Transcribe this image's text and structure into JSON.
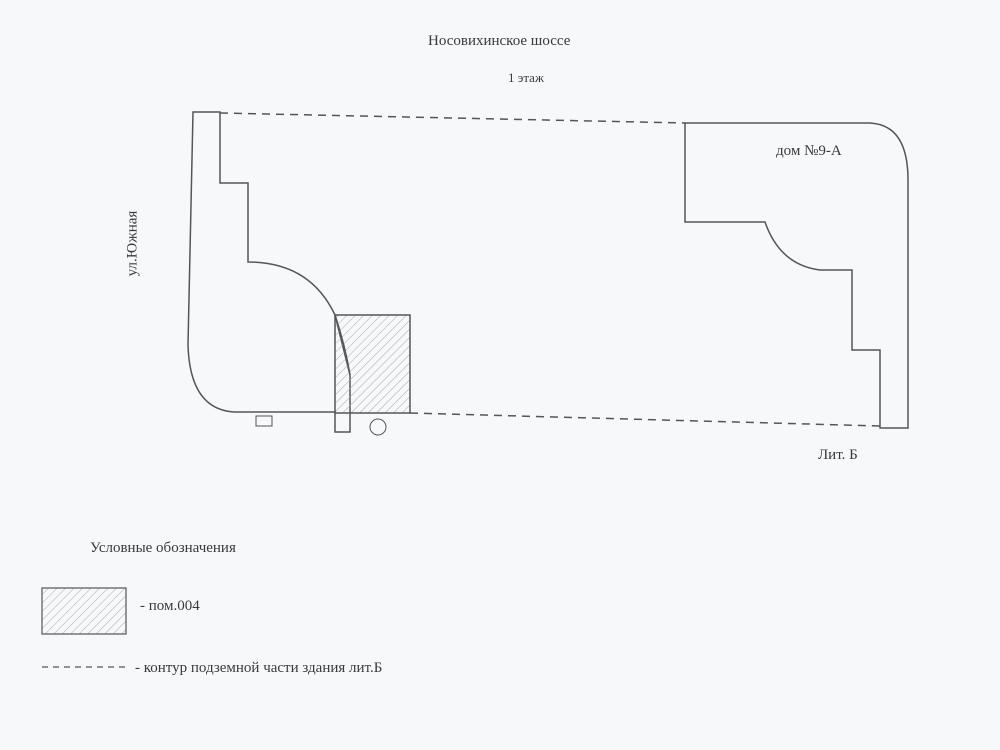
{
  "street_top": "Носовихинское шоссе",
  "floor": "1 этаж",
  "street_left": "ул.Южная",
  "building": "дом №9-А",
  "lit": "Лит. Б",
  "legend": {
    "title": "Условные обозначения",
    "room": "- пом.004",
    "contour": "- контур подземной части здания лит.Б"
  }
}
